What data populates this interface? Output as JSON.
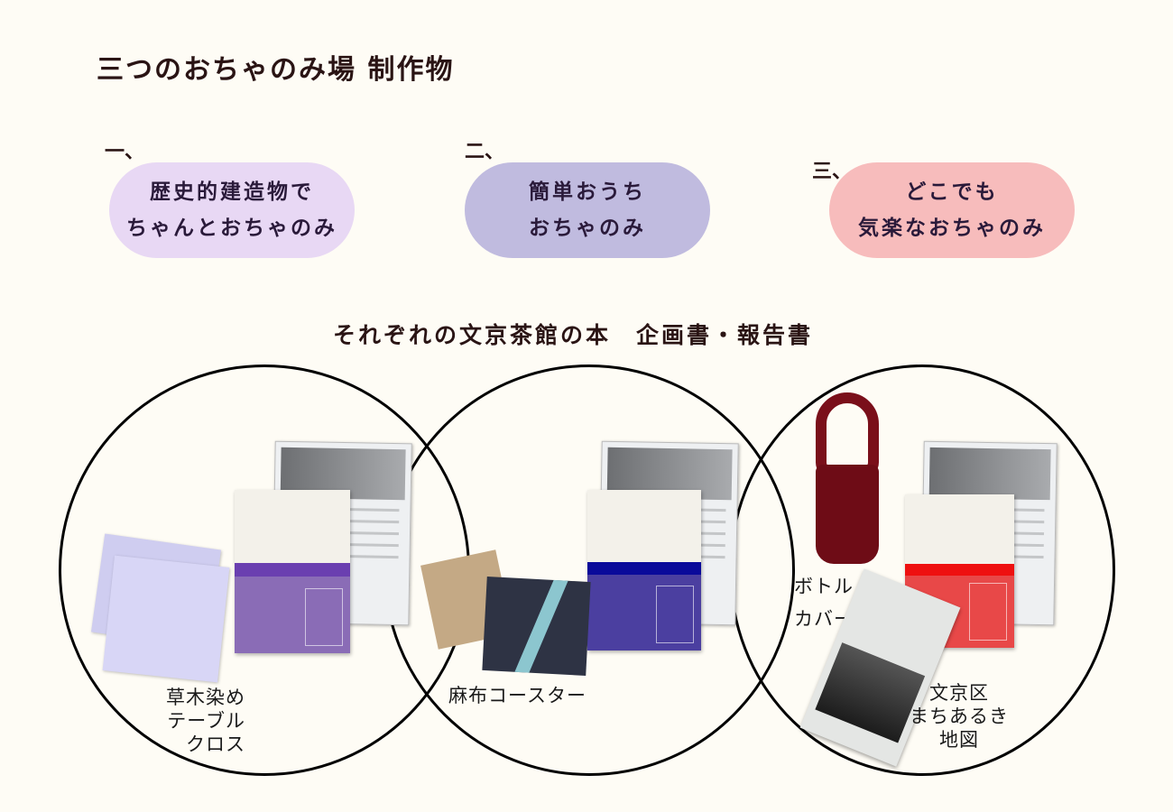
{
  "title": "三つのおちゃのみ場 制作物",
  "themes": [
    {
      "number": "一、",
      "lines": [
        "歴史的建造物で",
        "ちゃんとおちゃのみ"
      ],
      "color": "#e8d8f4"
    },
    {
      "number": "二、",
      "lines": [
        "簡単おうち",
        "おちゃのみ"
      ],
      "color": "#c0bbdf"
    },
    {
      "number": "三、",
      "lines": [
        "どこでも",
        "気楽なおちゃのみ"
      ],
      "color": "#f7bcbc"
    }
  ],
  "subtitle": "それぞれの文京茶館の本　企画書・報告書",
  "items": {
    "tablecloth": [
      "草木染め",
      "テーブル",
      "クロス"
    ],
    "coaster": [
      "麻布コースター"
    ],
    "bottle_cover": [
      "ボトル",
      "カバー"
    ],
    "map": [
      "文京区",
      "まちあるき",
      "地図"
    ]
  },
  "colors": {
    "purple_book": "#8a6cb6",
    "blue_book": "#4b3fa0",
    "red_book": "#e84848"
  }
}
